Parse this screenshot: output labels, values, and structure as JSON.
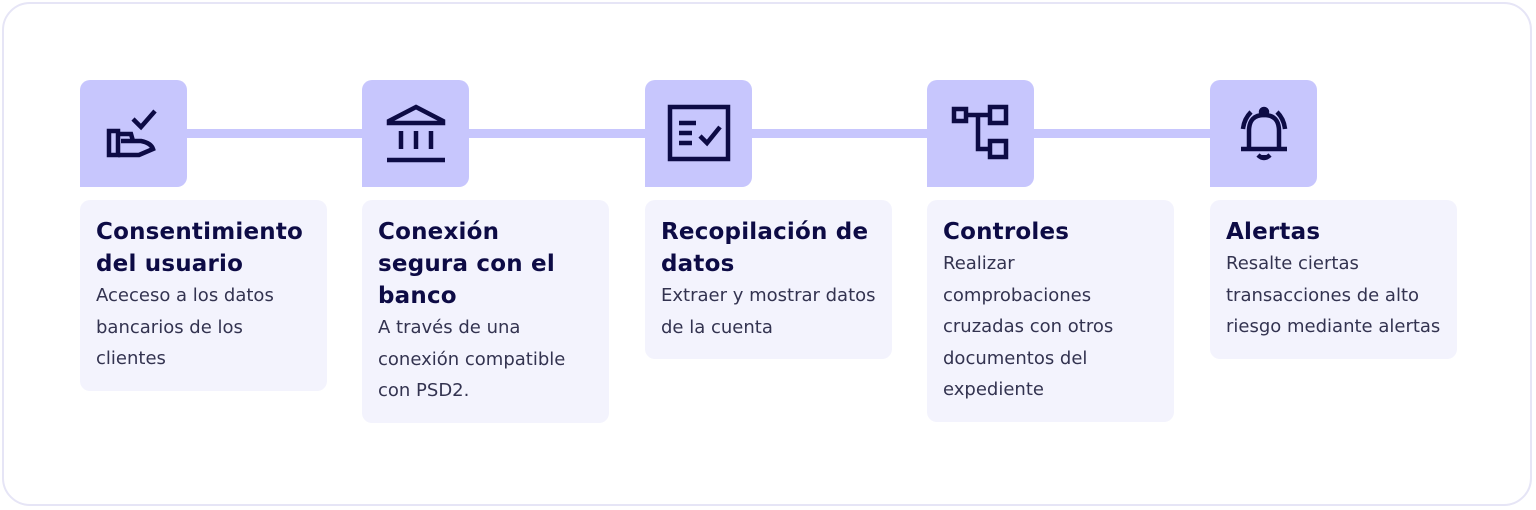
{
  "steps": [
    {
      "icon": "hand-check-icon",
      "title": "Consentimiento del usuario",
      "description": "Aceceso a los datos bancarios de los clientes"
    },
    {
      "icon": "bank-icon",
      "title": "Conexión segura con el banco",
      "description": "A través de una conexión compatible con PSD2."
    },
    {
      "icon": "checklist-icon",
      "title": "Recopilación de datos",
      "description": "Extraer y mostrar datos de la cuenta"
    },
    {
      "icon": "hierarchy-icon",
      "title": "Controles",
      "description": "Realizar comprobaciones cruzadas con otros documentos del expediente"
    },
    {
      "icon": "bell-alert-icon",
      "title": "Alertas",
      "description": "Resalte ciertas transacciones de alto riesgo mediante alertas"
    }
  ],
  "colors": {
    "accent": "#c7c6fd",
    "card": "#f3f3fd",
    "text": "#0d0b45"
  }
}
